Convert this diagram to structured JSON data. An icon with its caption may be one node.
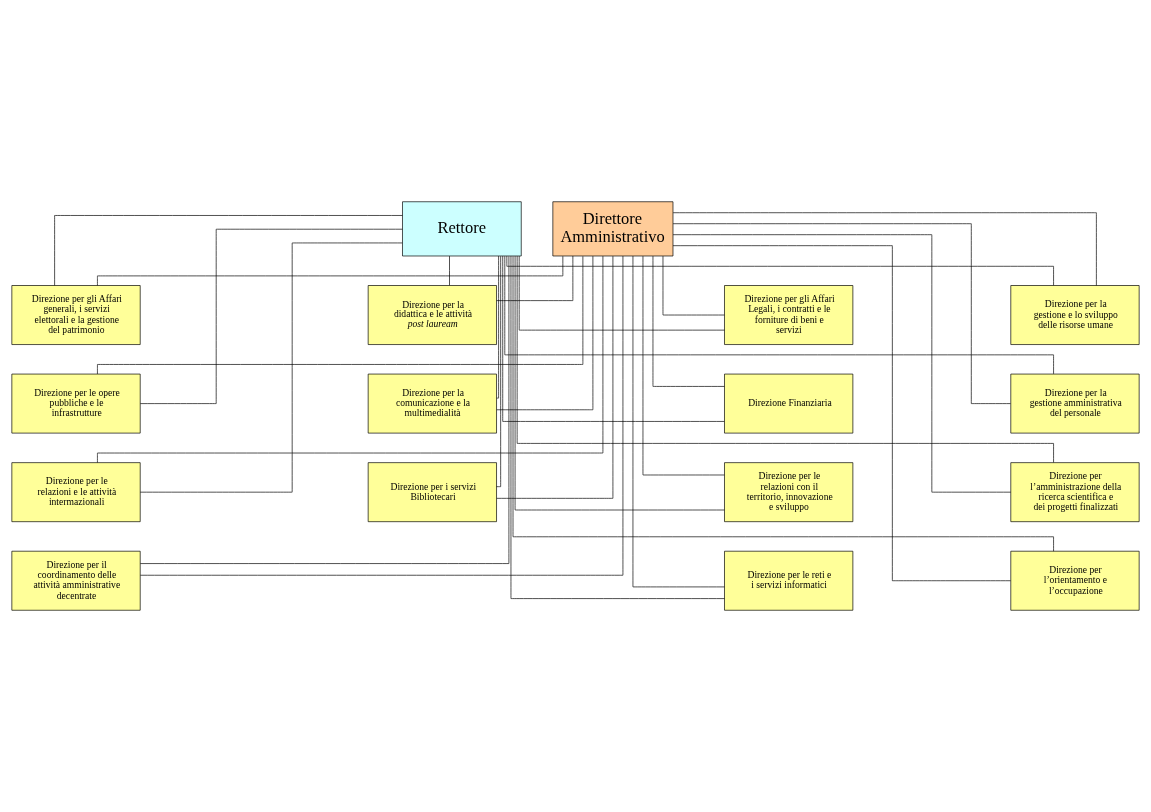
{
  "diagram": {
    "nodes": [
      {
        "text": [
          "Rettore"
        ]
      },
      {
        "text": [
          "Direttore Amministrativo"
        ]
      },
      {
        "text": [
          "Direzione per gli Affari Legali, i contratti e le forniture di beni e servizi"
        ]
      },
      {
        "text": [
          "Direzione per la gestione e lo sviluppo delle risorse umane"
        ]
      },
      {
        "text": [
          "Direzione per gli Affari generali, i servizi elettorali e la gestione del patrimonio"
        ]
      },
      {
        "text": [
          "Direzione per la didattica e le attività *post lauream*"
        ]
      },
      {
        "text": [
          "Direzione Finanziaria"
        ]
      },
      {
        "text": [
          "Direzione per la gestione amministrativa del personale"
        ]
      },
      {
        "text": [
          "Direzione per le opere pubbliche e le infrastrutture"
        ]
      },
      {
        "text": [
          "Direzione per la comunicazione e la multimedialità"
        ]
      },
      {
        "text": [
          "Direzione per le relazioni con il territorio, innovazione e sviluppo"
        ]
      },
      {
        "text": [
          "Direzione per l’amministrazione della ricerca scientifica e dei progetti finalizzati"
        ]
      },
      {
        "text": [
          "Direzione per le relazioni e le attività intermazionali"
        ]
      },
      {
        "text": [
          "Direzione per i servizi Bibliotecari"
        ]
      },
      {
        "text": [
          "Direzione per le reti e i servizi informatici"
        ]
      },
      {
        "text": [
          "Direzione per l’orientamento e l’occupazione"
        ]
      },
      {
        "text": [
          "Direzione per il coordinamento delle attività amministrative decentrate"
        ]
      }
    ],
    "edges": [
      {
        "from": 0,
        "to": 2,
        "arrow": "none"
      },
      {
        "from": 1,
        "to": 2,
        "arrow": "none"
      },
      {
        "from": 0,
        "to": 3,
        "arrow": "none"
      },
      {
        "from": 1,
        "to": 3,
        "arrow": "none"
      },
      {
        "from": 0,
        "to": 4,
        "arrow": "none"
      },
      {
        "from": 1,
        "to": 4,
        "arrow": "none"
      },
      {
        "from": 0,
        "to": 5,
        "arrow": "none"
      },
      {
        "from": 1,
        "to": 5,
        "arrow": "none"
      },
      {
        "from": 0,
        "to": 6,
        "arrow": "none"
      },
      {
        "from": 1,
        "to": 6,
        "arrow": "none"
      },
      {
        "from": 0,
        "to": 7,
        "arrow": "none"
      },
      {
        "from": 1,
        "to": 7,
        "arrow": "none"
      },
      {
        "from": 0,
        "to": 8,
        "arrow": "none"
      },
      {
        "from": 1,
        "to": 8,
        "arrow": "none"
      },
      {
        "from": 0,
        "to": 9,
        "arrow": "none"
      },
      {
        "from": 1,
        "to": 9,
        "arrow": "none"
      },
      {
        "from": 0,
        "to": 10,
        "arrow": "none"
      },
      {
        "from": 1,
        "to": 10,
        "arrow": "none"
      },
      {
        "from": 0,
        "to": 11,
        "arrow": "none"
      },
      {
        "from": 1,
        "to": 11,
        "arrow": "none"
      },
      {
        "from": 0,
        "to": 12,
        "arrow": "none"
      },
      {
        "from": 1,
        "to": 12,
        "arrow": "none"
      },
      {
        "from": 0,
        "to": 13,
        "arrow": "none"
      },
      {
        "from": 1,
        "to": 13,
        "arrow": "none"
      },
      {
        "from": 0,
        "to": 14,
        "arrow": "none"
      },
      {
        "from": 1,
        "to": 14,
        "arrow": "none"
      },
      {
        "from": 0,
        "to": 15,
        "arrow": "none"
      },
      {
        "from": 1,
        "to": 15,
        "arrow": "none"
      },
      {
        "from": 0,
        "to": 16,
        "arrow": "none"
      },
      {
        "from": 1,
        "to": 16,
        "arrow": "none"
      }
    ]
  }
}
